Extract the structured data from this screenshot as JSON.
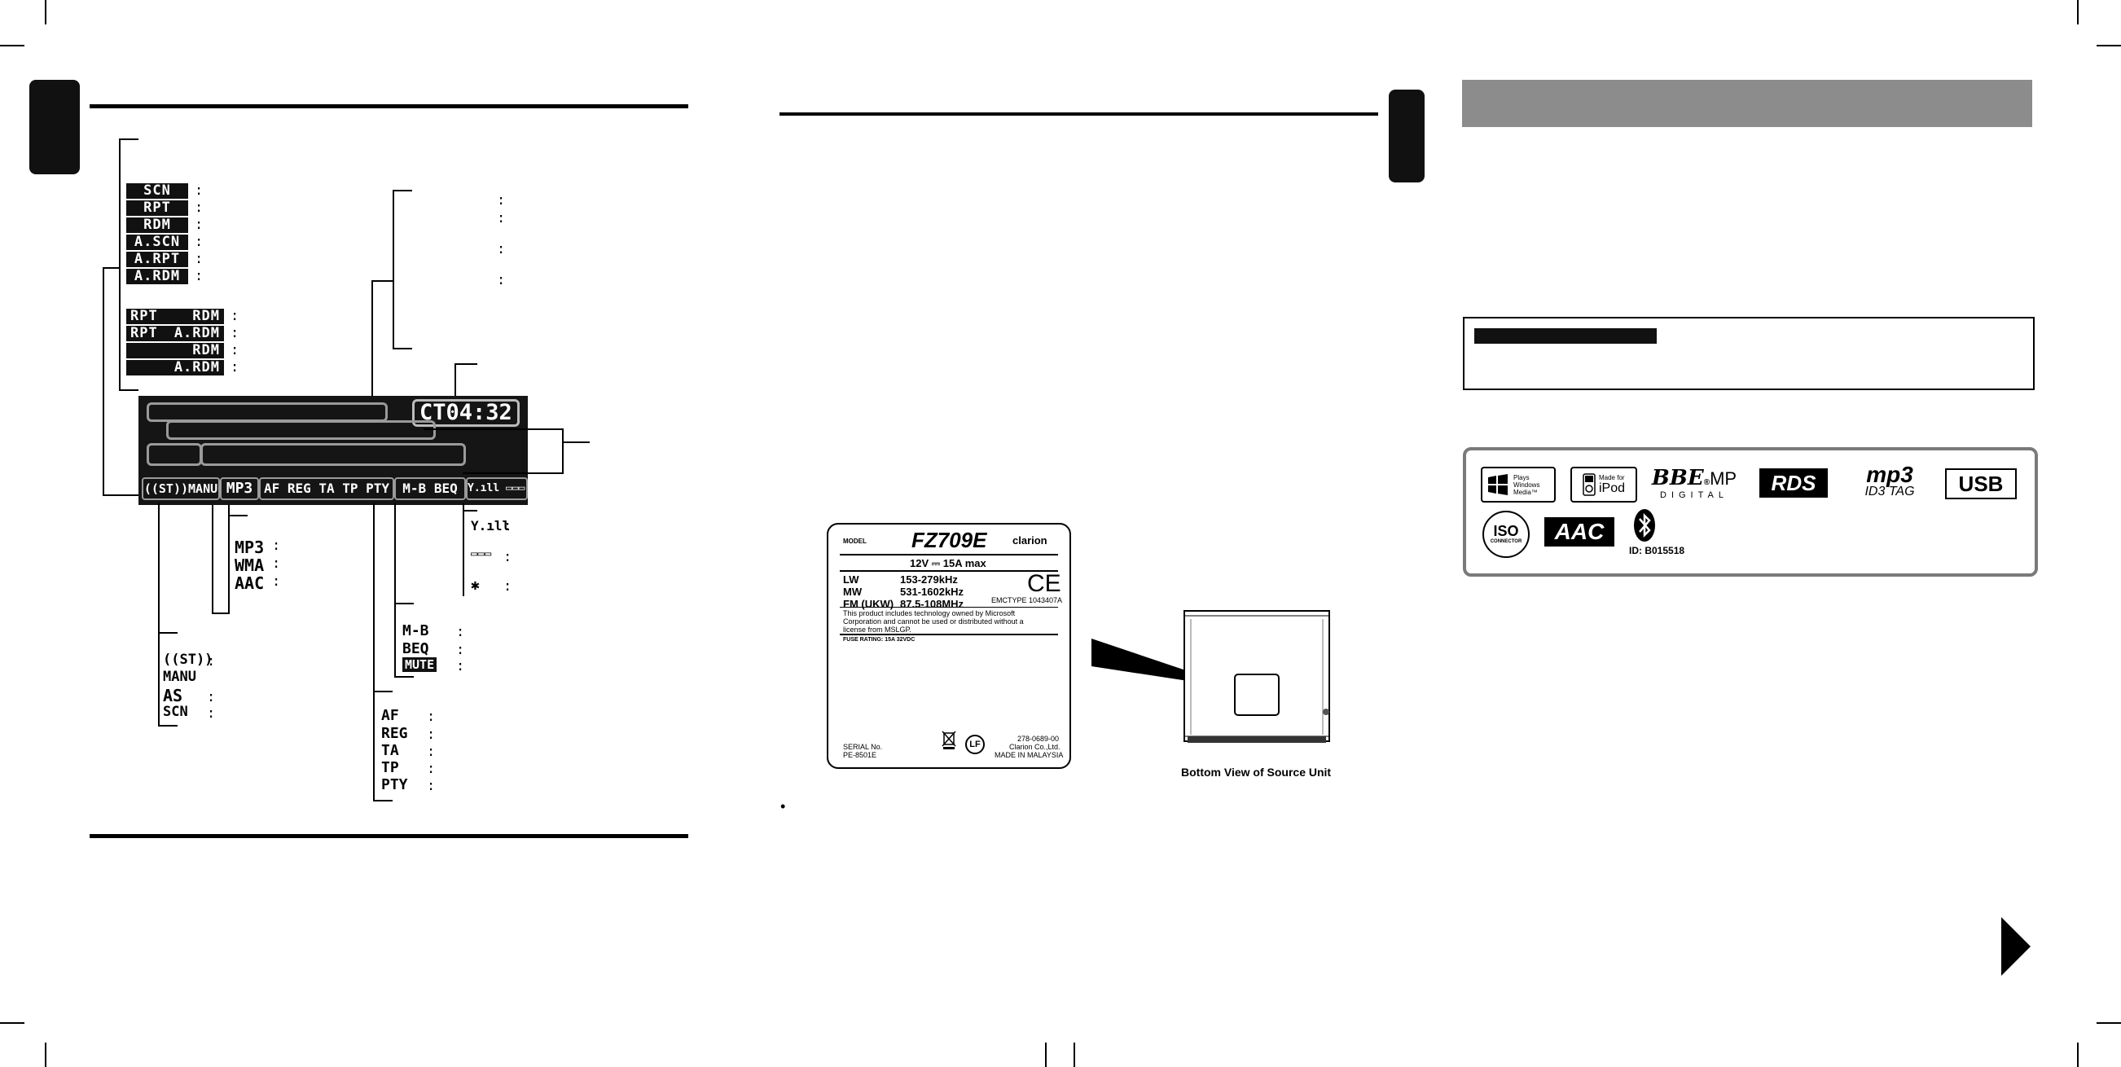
{
  "left_page": {
    "repeat_indicators": [
      "SCN",
      "RPT",
      "RDM",
      "A.SCN",
      "A.RPT",
      "A.RDM"
    ],
    "combo_indicators": [
      {
        "a": "RPT",
        "b": "RDM"
      },
      {
        "a": "RPT",
        "b": "A.RDM"
      },
      {
        "a": "",
        "b": "RDM"
      },
      {
        "a": "",
        "b": "A.RDM"
      }
    ],
    "top_right_colons": [
      ":",
      ":",
      ":",
      ":"
    ],
    "lcd": {
      "clock": "CT04:32",
      "seg_st_manu": "((ST))MANU",
      "seg_mp3": "MP3",
      "seg_af": "AF REG TA TP PTY",
      "seg_mb": "M-B BEQ",
      "seg_status": "Y.ıll ▭▭▭ ✱"
    },
    "format_list": [
      "MP3",
      "WMA",
      "AAC"
    ],
    "status_list": [
      {
        "icon": "antenna-icon",
        "glyph": "Y.ıll"
      },
      {
        "icon": "battery-icon",
        "glyph": "▭▭▭"
      },
      {
        "icon": "bluetooth-icon",
        "glyph": "✱"
      }
    ],
    "tuner_list": [
      "((ST))",
      "MANU",
      "AS",
      "SCN"
    ],
    "sound_list": [
      "M-B",
      "BEQ",
      "MUTE"
    ],
    "rds_list": [
      "AF",
      "REG",
      "TA",
      "TP",
      "PTY"
    ]
  },
  "middle_page": {
    "label": {
      "model_caption": "MODEL",
      "model": "FZ709E",
      "brand": "clarion",
      "power": "12V ⎓ 15A max",
      "bands": [
        {
          "band": "LW",
          "range": "153-279kHz"
        },
        {
          "band": "MW",
          "range": "531-1602kHz"
        },
        {
          "band": "FM (UKW)",
          "range": "87.5-108MHz"
        }
      ],
      "ce_mark": "CE",
      "emc": "EMCTYPE  1043407A",
      "microsoft_note": "This product includes technology owned by Microsoft Corporation and cannot be used or distributed without a license from MSLGP.",
      "fuse": "FUSE RATING: 15A 32VDC",
      "serial": "SERIAL No.",
      "serial_code": "PE-8501E",
      "lf_mark": "LF",
      "part_no": "278-0689-00",
      "maker": "Clarion Co.,Ltd.",
      "origin": "MADE IN MALAYSIA"
    },
    "unit_caption": "Bottom View of Source Unit",
    "bullet": "•"
  },
  "right_page": {
    "logos": {
      "windows_media": "Plays Windows Media™",
      "ipod_line1": "Made for",
      "ipod_line2": "iPod",
      "bbe_top": "BBE",
      "bbe_mp": "MP",
      "bbe_bottom": "DIGITAL",
      "rds": "RDS",
      "mp3_top": "mp3",
      "mp3_bottom": "ID3 TAG",
      "usb": "USB",
      "iso_top": "ISO",
      "iso_bottom": "CONNECTOR",
      "aac": "AAC",
      "bt_id": "ID: B015518"
    }
  }
}
